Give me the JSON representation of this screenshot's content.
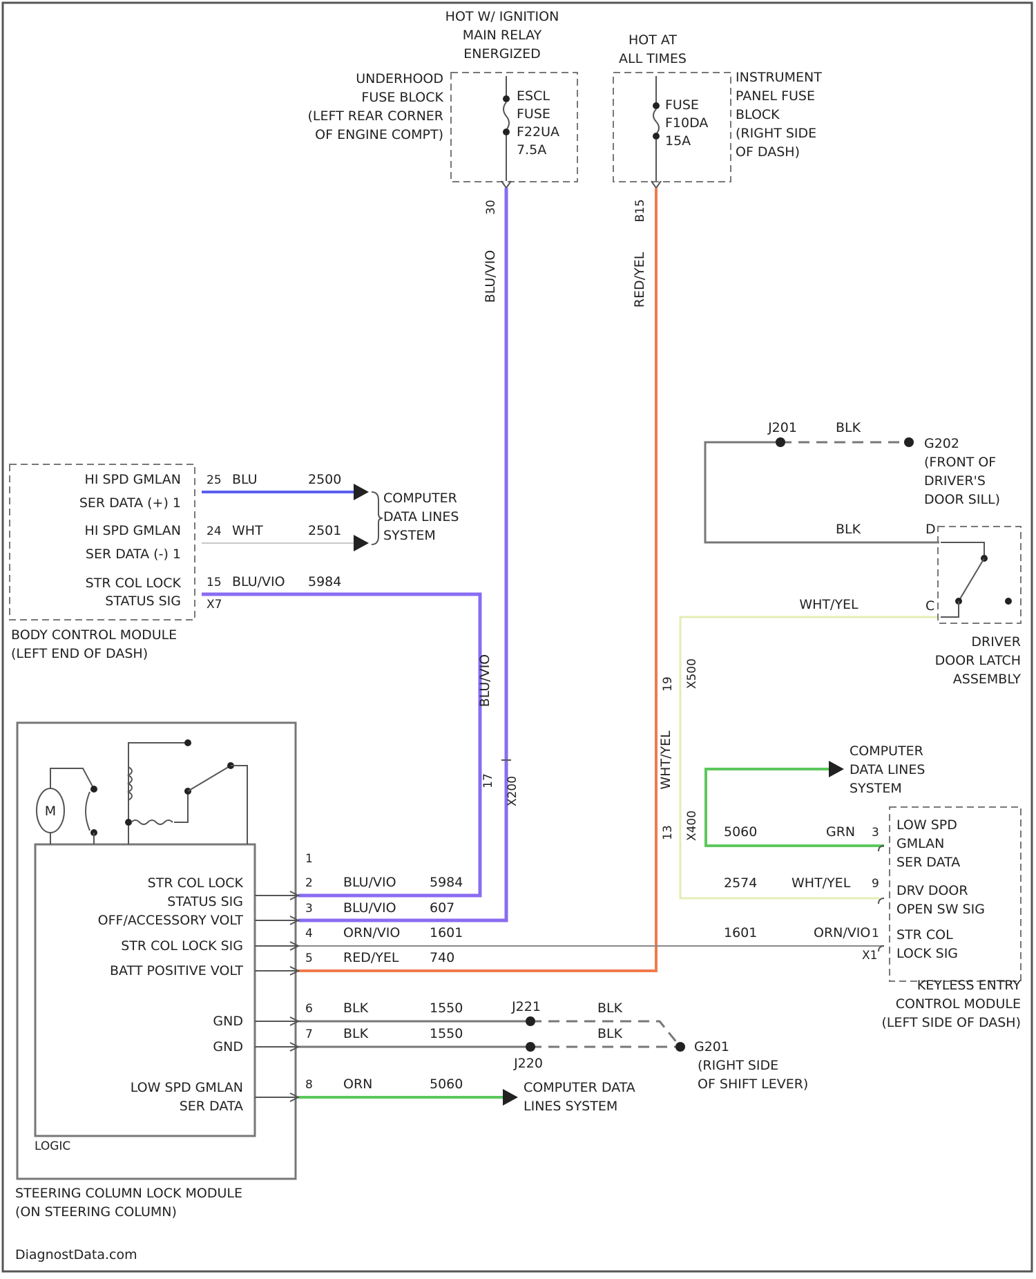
{
  "colors": {
    "purple": "#8a6cf2",
    "orange": "#f07a4c",
    "blue": "#5a5df0",
    "green": "#5cc85c",
    "yellow": "#e6ecb4",
    "gray": "#777777",
    "text": "#222222",
    "border": "#555555"
  },
  "power": {
    "ign_hot": [
      "HOT W/ IGNITION",
      "MAIN RELAY",
      "ENERGIZED"
    ],
    "always_hot": [
      "HOT AT",
      "ALL TIMES"
    ],
    "underhood_block": [
      "UNDERHOOD",
      "FUSE BLOCK",
      "(LEFT REAR CORNER",
      "OF ENGINE COMPT)"
    ],
    "escl_fuse": [
      "ESCL",
      "FUSE",
      "F22UA",
      "7.5A"
    ],
    "ip_fuse": [
      "FUSE",
      "F10DA",
      "15A"
    ],
    "ip_block": [
      "INSTRUMENT",
      "PANEL FUSE",
      "BLOCK",
      "(RIGHT SIDE",
      "OF DASH)"
    ],
    "ign_wire": {
      "term": "30",
      "color": "BLU/VIO"
    },
    "batt_wire": {
      "term": "B15",
      "color": "RED/YEL"
    }
  },
  "bcm": {
    "name": [
      "BODY CONTROL MODULE",
      "(LEFT END OF DASH)"
    ],
    "pins": [
      {
        "label": [
          "HI SPD GMLAN",
          "SER DATA (+) 1"
        ],
        "pin": "25",
        "color": "BLU",
        "circuit": "2500"
      },
      {
        "label": [
          "HI SPD GMLAN",
          "SER DATA (-) 1"
        ],
        "pin": "24",
        "color": "WHT",
        "circuit": "2501"
      },
      {
        "label": [
          "STR COL LOCK",
          "STATUS SIG"
        ],
        "pin": "15",
        "color": "BLU/VIO",
        "circuit": "5984",
        "conn": "X7"
      }
    ],
    "data_lines": [
      "COMPUTER",
      "DATA LINES",
      "SYSTEM"
    ]
  },
  "ground_top": {
    "splice": "J201",
    "color": "BLK",
    "ground": [
      "G202",
      "(FRONT OF",
      "DRIVER'S",
      "DOOR SILL)"
    ]
  },
  "door_latch": {
    "name": [
      "DRIVER",
      "DOOR LATCH",
      "ASSEMBLY"
    ],
    "pin_d": "D",
    "pin_c": "C",
    "wire_c": "WHT/YEL",
    "wire_d": "BLK",
    "vert_circuit": "2574",
    "vert_label": "WHT/YEL",
    "vert_pin_a": "19",
    "vert_pin_b": "13",
    "vert_code_a": "X500",
    "vert_code_b": "X400"
  },
  "mid_purple": {
    "color": "BLU/VIO",
    "pin_a": "17",
    "code": "X200"
  },
  "kecm": {
    "name": [
      "KEYLESS ENTRY",
      "CONTROL MODULE",
      "(LEFT SIDE OF DASH)"
    ],
    "data_lines": [
      "COMPUTER",
      "DATA LINES",
      "SYSTEM"
    ],
    "pins": [
      {
        "pin": "3",
        "color": "GRN",
        "circuit": "5060",
        "label": [
          "LOW SPD",
          "GMLAN",
          "SER DATA"
        ]
      },
      {
        "pin": "9",
        "color": "WHT/YEL",
        "circuit": "2574",
        "label": [
          "DRV DOOR",
          "OPEN SW SIG"
        ]
      },
      {
        "pin": "1",
        "color": "ORN/VIO",
        "circuit": "1601",
        "label": [
          "STR COL",
          "LOCK SIG"
        ],
        "conn": "X1"
      }
    ]
  },
  "sclm": {
    "name": [
      "STEERING COLUMN LOCK MODULE",
      "(ON STEERING COLUMN)"
    ],
    "logic": "LOGIC",
    "motor": "M",
    "pins": [
      {
        "pin": "1",
        "label": [],
        "color": "",
        "circuit": ""
      },
      {
        "pin": "2",
        "label": [
          "STR COL LOCK",
          "STATUS SIG"
        ],
        "color": "BLU/VIO",
        "circuit": "5984"
      },
      {
        "pin": "3",
        "label": [
          "OFF/ACCESSORY VOLT"
        ],
        "color": "BLU/VIO",
        "circuit": "607"
      },
      {
        "pin": "4",
        "label": [
          "STR COL LOCK SIG"
        ],
        "color": "ORN/VIO",
        "circuit": "1601"
      },
      {
        "pin": "5",
        "label": [
          "BATT POSITIVE VOLT"
        ],
        "color": "RED/YEL",
        "circuit": "740"
      },
      {
        "pin": "6",
        "label": [
          "GND"
        ],
        "color": "BLK",
        "circuit": "1550"
      },
      {
        "pin": "7",
        "label": [
          "GND"
        ],
        "color": "BLK",
        "circuit": "1550"
      },
      {
        "pin": "8",
        "label": [
          "LOW SPD GMLAN",
          "SER DATA"
        ],
        "color": "ORN",
        "circuit": "5060"
      }
    ],
    "data_lines": [
      "COMPUTER DATA",
      "LINES SYSTEM"
    ]
  },
  "ground_bottom": {
    "splice_a": "J221",
    "splice_b": "J220",
    "color_a": "BLK",
    "color_b": "BLK",
    "ground": [
      "G201",
      "(RIGHT SIDE",
      "OF SHIFT LEVER)"
    ]
  },
  "footer": "DiagnostData.com"
}
